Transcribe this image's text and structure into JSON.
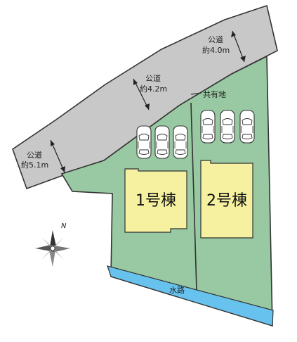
{
  "roads": {
    "segments": [
      {
        "name": "公道",
        "width": "約4.0m"
      },
      {
        "name": "公道",
        "width": "約4.2m"
      },
      {
        "name": "公道",
        "width": "約5.1m"
      }
    ]
  },
  "shared_land": {
    "label": "共有地"
  },
  "buildings": [
    {
      "label": "1号棟"
    },
    {
      "label": "2号棟"
    }
  ],
  "waterway": {
    "label": "水路"
  },
  "compass": {
    "north_label": "N"
  },
  "parking": {
    "spaces_per_lot": 3
  },
  "colors": {
    "road": "#c8c8c8",
    "land": "#98c9a2",
    "building": "#f5f1a0",
    "waterway": "#67c2ee",
    "outline": "#333333"
  }
}
